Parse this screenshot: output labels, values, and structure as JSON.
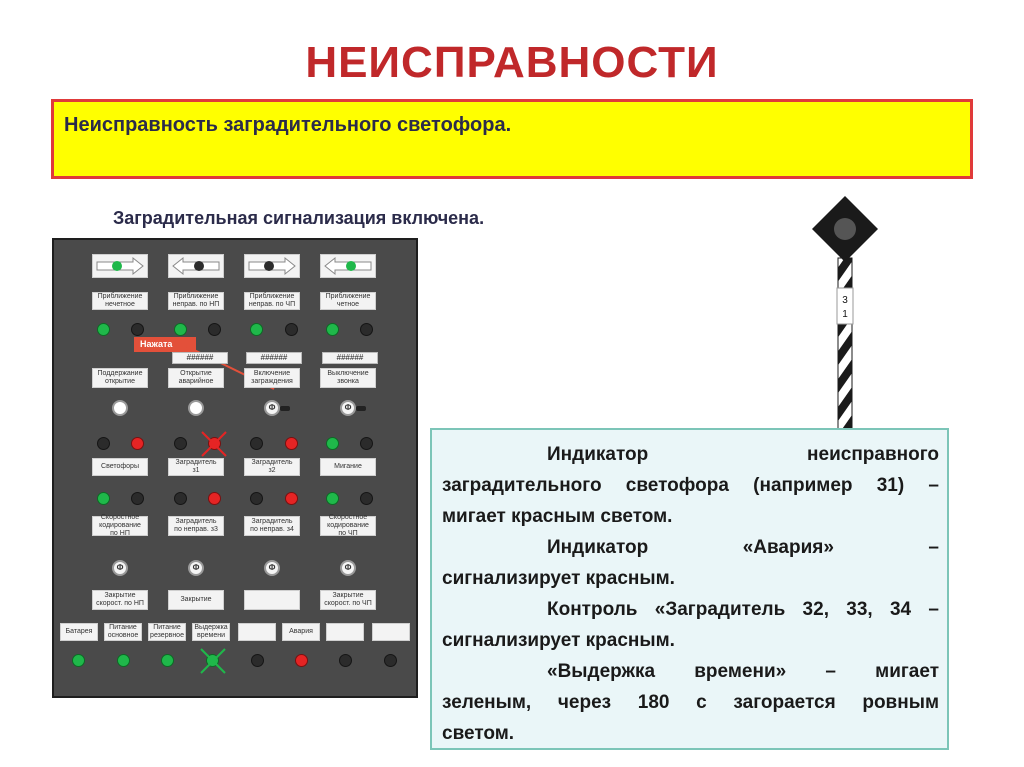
{
  "title": "НЕИСПРАВНОСТИ",
  "banner": "Неисправность заградительного светофора.",
  "subtitle": "Заградительная сигнализация включена.",
  "panel": {
    "row1_labels": [
      "Приближение нечетное",
      "Приближение неправ. по НП",
      "Приближение неправ. по ЧП",
      "Приближение четное"
    ],
    "codes": [
      "######",
      "######",
      "######"
    ],
    "row2_labels": [
      "Поддержание открытие",
      "Открытие аварийное",
      "Включение заграждения",
      "Выключение звонка"
    ],
    "row3_labels": [
      "Светофоры",
      "Заградитель з1",
      "Заградитель з2",
      "Мигание"
    ],
    "row4_labels": [
      "Скоростное кодирование по НП",
      "Заградитель по неправ. з3",
      "Заградитель по неправ. з4",
      "Скоростное кодирование по ЧП"
    ],
    "row5_labels": [
      "Закрытие скорост. по НП",
      "Закрытие",
      "",
      "Закрытие скорост. по ЧП"
    ],
    "bottom_labels": [
      "Батарея",
      "Питание основное",
      "Питание резервное",
      "Выдержка времени",
      "",
      "Авария",
      "",
      ""
    ],
    "callout": "Нажата",
    "key_symbol": "Ф"
  },
  "signal": {
    "number_top": "3",
    "number_bottom": "1"
  },
  "info": {
    "p1a": "Индикатор неисправного",
    "p1b": "заградительного светофора (например 31) –",
    "p1c": "мигает красным светом.",
    "p2a": "Индикатор «Авария» –",
    "p2b": "сигнализирует красным.",
    "p3a": "Контроль «Заградитель 32, 33, 34 –",
    "p3b": "сигнализирует красным.",
    "p4a": "«Выдержка времени» – мигает",
    "p4b": "зеленым, через 180 с загорается ровным",
    "p4c": "светом."
  },
  "colors": {
    "title": "#c0282a",
    "banner_bg": "#ffff00",
    "banner_border": "#e03a3a",
    "info_bg": "#eaf6f8",
    "info_border": "#7cc5b8",
    "lamp_green": "#1fb84a",
    "lamp_red": "#e52424"
  }
}
